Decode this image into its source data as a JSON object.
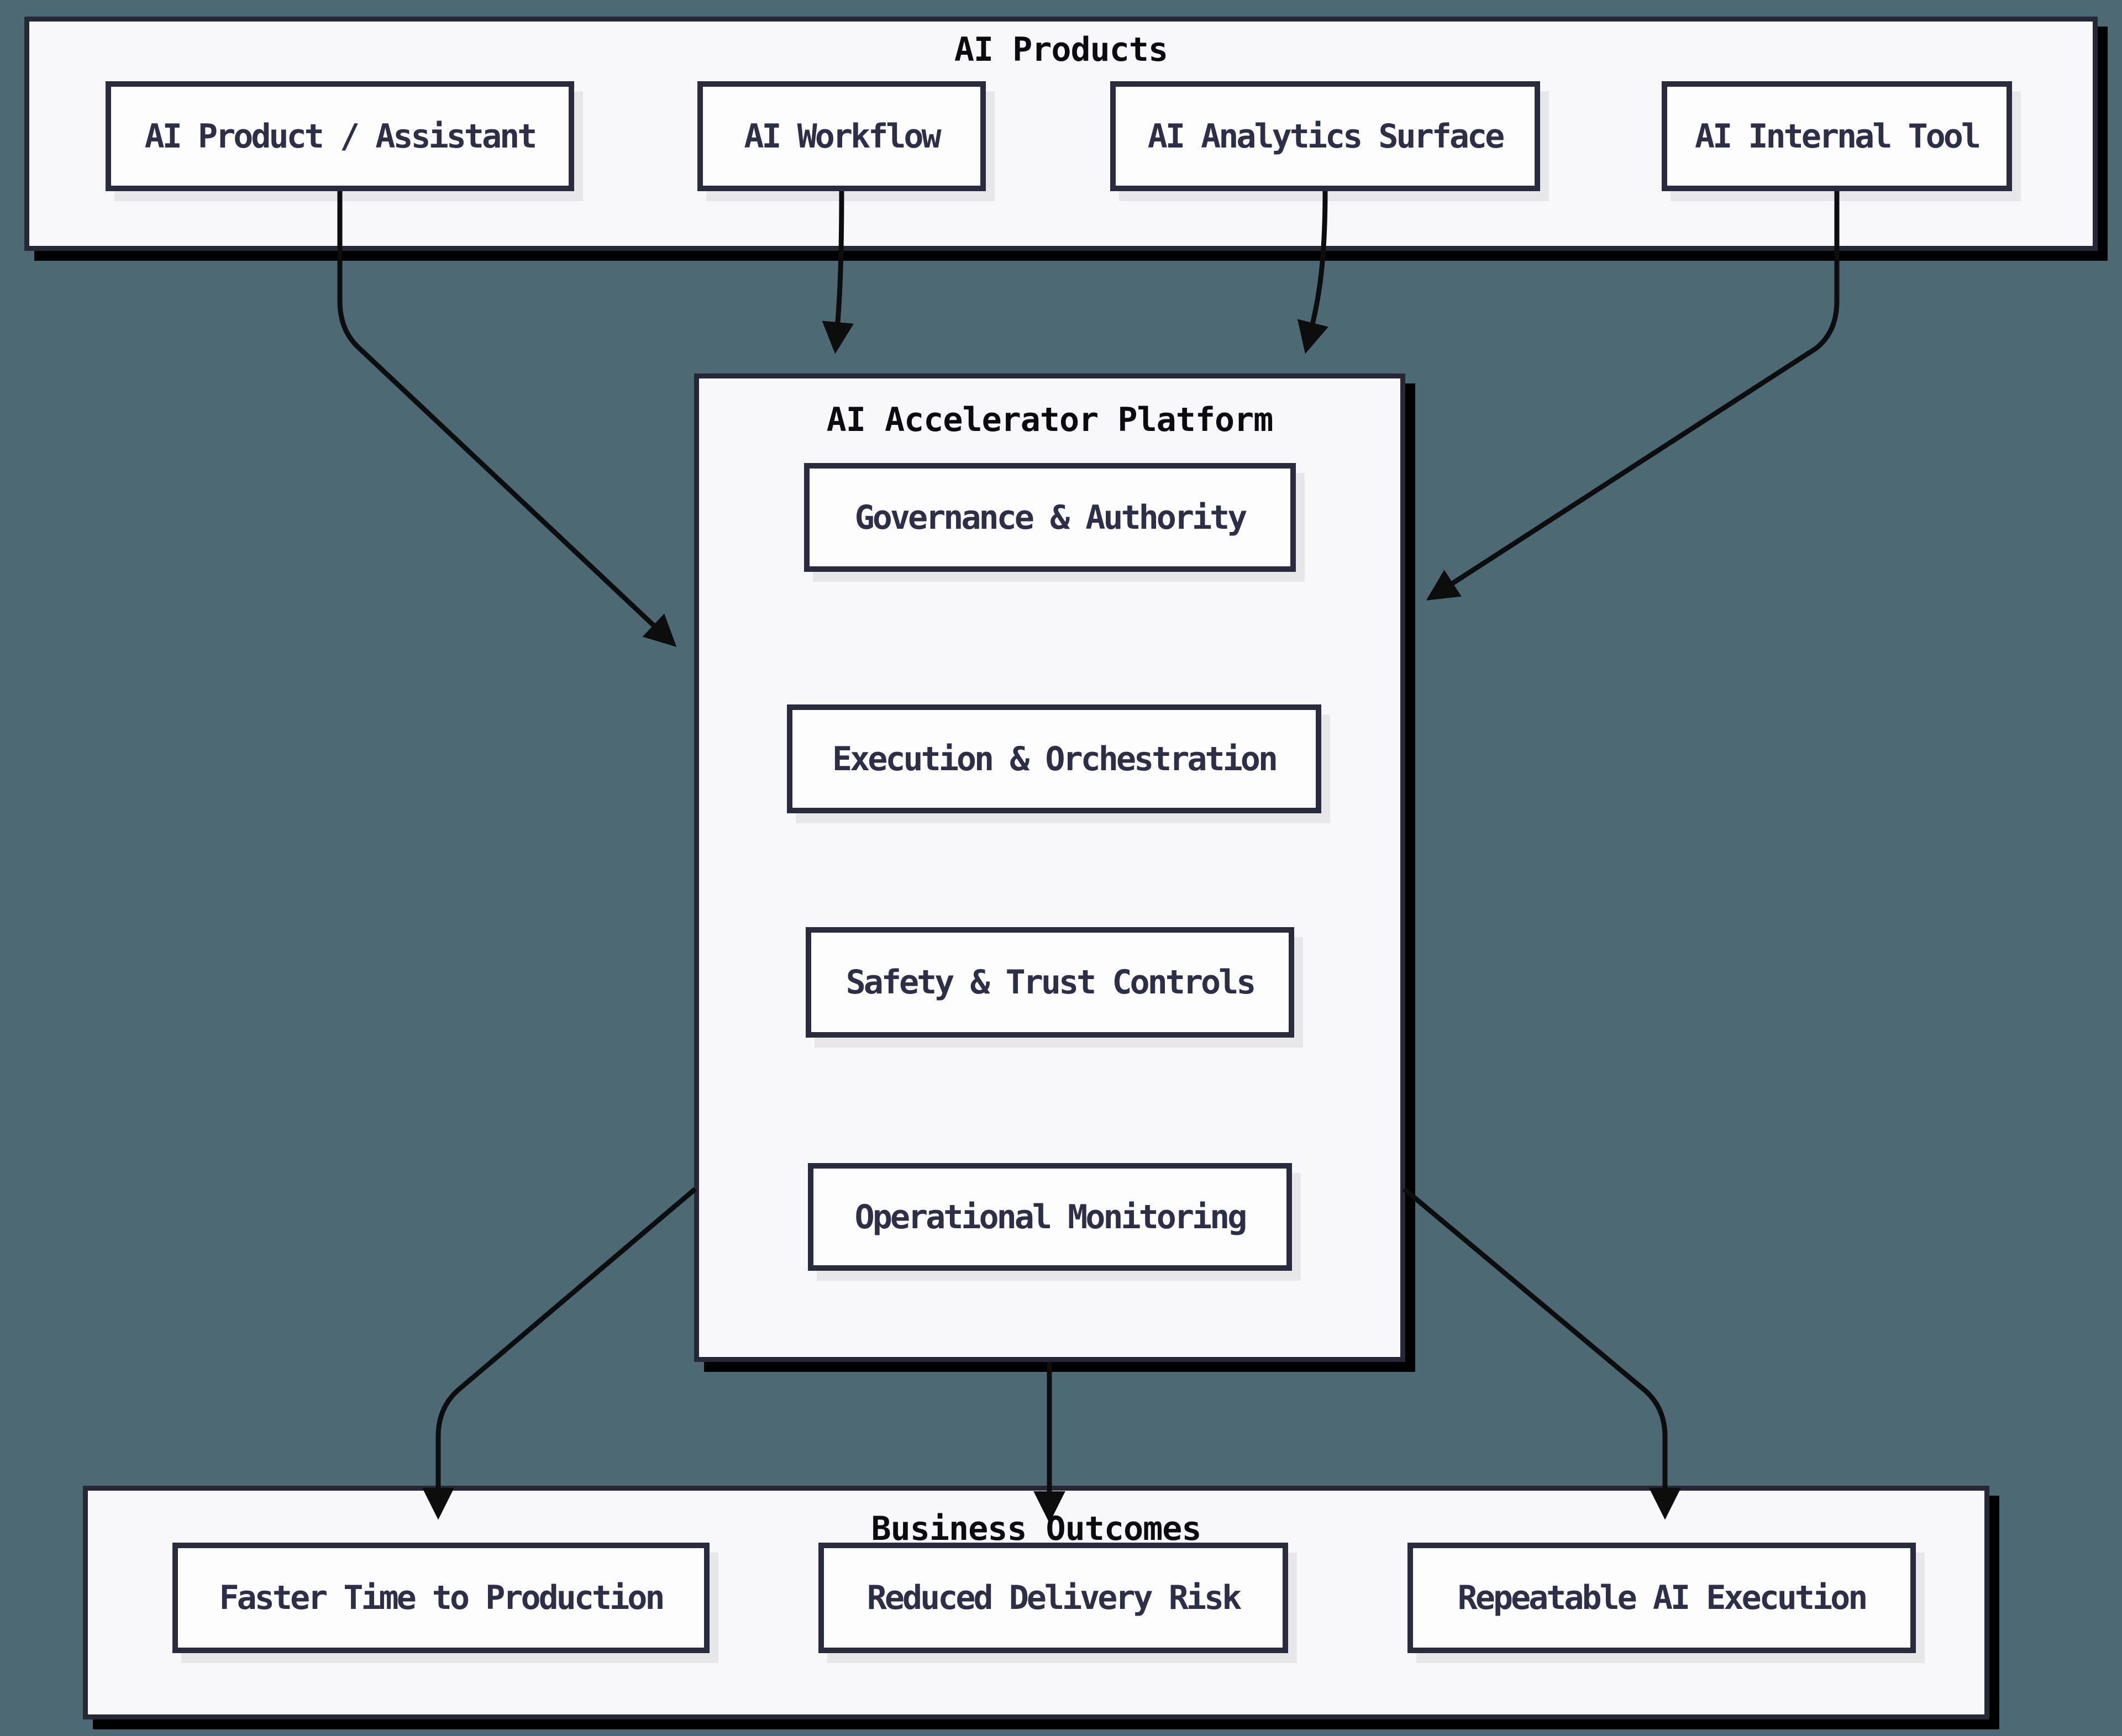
{
  "diagram": {
    "products": {
      "title": "AI Products",
      "items": [
        {
          "label": "AI Product / Assistant"
        },
        {
          "label": "AI Workflow"
        },
        {
          "label": "AI Analytics Surface"
        },
        {
          "label": "AI Internal Tool"
        }
      ]
    },
    "platform": {
      "title": "AI Accelerator Platform",
      "items": [
        {
          "label": "Governance & Authority"
        },
        {
          "label": "Execution & Orchestration"
        },
        {
          "label": "Safety & Trust Controls"
        },
        {
          "label": "Operational Monitoring"
        }
      ]
    },
    "outcomes": {
      "title": "Business Outcomes",
      "items": [
        {
          "label": "Faster Time to Production"
        },
        {
          "label": "Reduced Delivery Risk"
        },
        {
          "label": "Repeatable AI Execution"
        }
      ]
    },
    "edges": [
      {
        "from": "AI Product / Assistant",
        "to": "AI Accelerator Platform"
      },
      {
        "from": "AI Workflow",
        "to": "AI Accelerator Platform"
      },
      {
        "from": "AI Analytics Surface",
        "to": "AI Accelerator Platform"
      },
      {
        "from": "AI Internal Tool",
        "to": "AI Accelerator Platform"
      },
      {
        "from": "AI Accelerator Platform",
        "to": "Faster Time to Production"
      },
      {
        "from": "AI Accelerator Platform",
        "to": "Reduced Delivery Risk"
      },
      {
        "from": "AI Accelerator Platform",
        "to": "Repeatable AI Execution"
      }
    ]
  },
  "colors": {
    "bg": "#4d6a74",
    "container-fill": "#f8f8fb",
    "container-border": "#272738",
    "container-shadow": "#000000",
    "box-fill": "#fdfdfe",
    "box-border": "#2b2b40",
    "box-shadow": "#e7e7ea",
    "label-color": "#2e2e48",
    "title-color": "#0b0b10",
    "arrow-color": "#0d0d0d"
  }
}
